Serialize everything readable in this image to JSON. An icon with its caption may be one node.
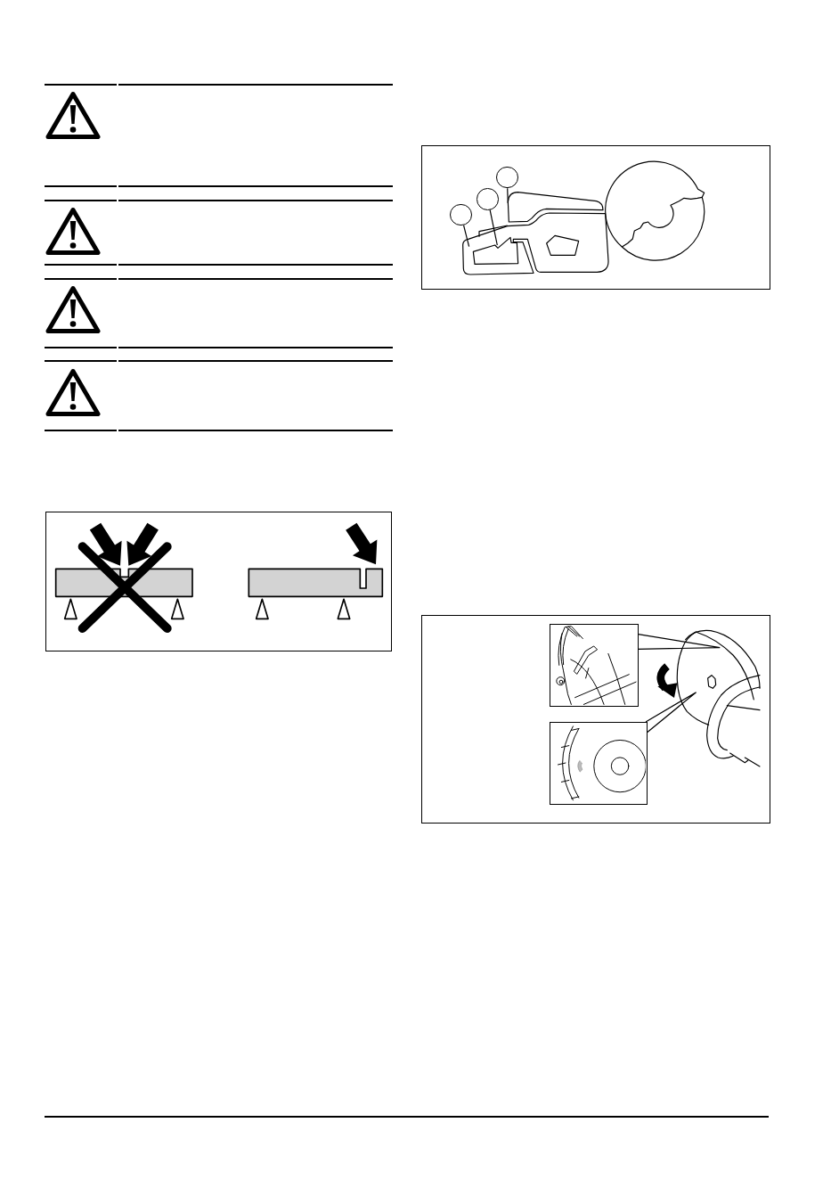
{
  "diagram": {
    "nodes": [
      {
        "text": [],
        "shape": "circle"
      },
      {
        "text": [],
        "shape": "circle"
      },
      {
        "text": [],
        "shape": "circle"
      },
      {
        "text": [],
        "shape": "picture"
      },
      {
        "text": [],
        "shape": "picture"
      },
      {
        "text": [],
        "shape": "picture"
      }
    ],
    "edges": [
      {
        "from": 0,
        "to": null,
        "arrow": "none"
      },
      {
        "from": 1,
        "to": null,
        "arrow": "none"
      },
      {
        "from": 2,
        "to": 3,
        "arrow": "none"
      },
      {
        "from": 4,
        "to": null,
        "arrow": "none"
      },
      {
        "from": 5,
        "to": null,
        "arrow": "none"
      }
    ]
  }
}
